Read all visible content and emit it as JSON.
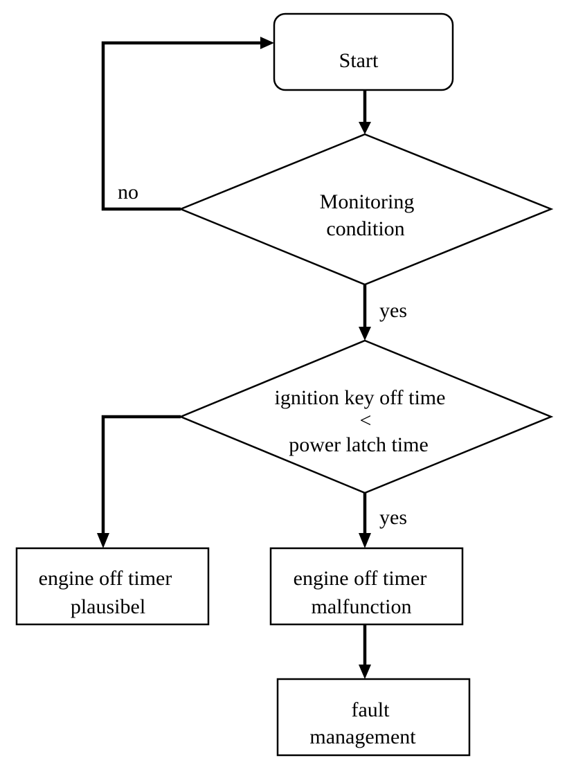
{
  "flowchart": {
    "start": {
      "label": "Start"
    },
    "monitoring": {
      "line1": "Monitoring",
      "line2": "condition"
    },
    "ignition_check": {
      "line1": "ignition key off time",
      "line2": "<",
      "line3": "power latch time"
    },
    "plausible_box": {
      "line1": "engine off timer",
      "line2": "plausibel"
    },
    "malfunction_box": {
      "line1": "engine off timer",
      "line2": "malfunction"
    },
    "fault_box": {
      "line1": "fault",
      "line2": "management"
    },
    "edges": {
      "no_label": "no",
      "yes_label_1": "yes",
      "yes_label_2": "yes"
    }
  }
}
